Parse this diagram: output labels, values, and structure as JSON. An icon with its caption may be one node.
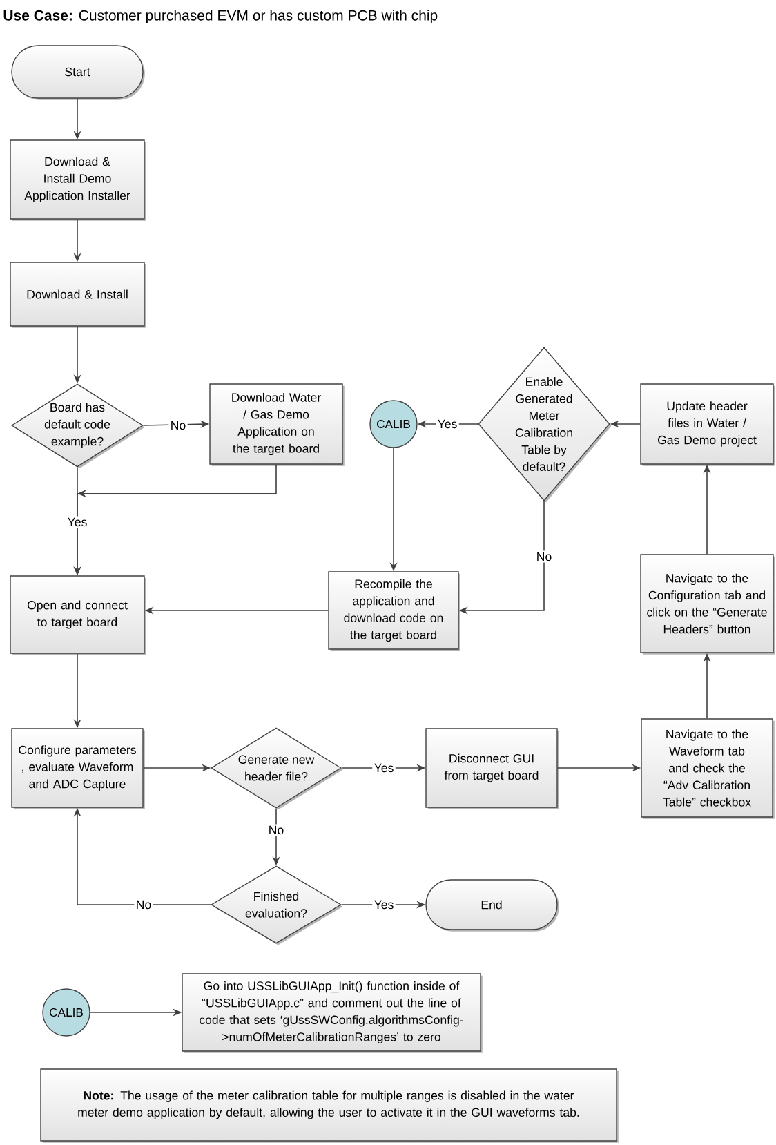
{
  "diagram": {
    "title": "**Use Case:** Customer purchased EVM or has custom PCB with chip",
    "nodes": [
      {
        "text": [
          "Start"
        ]
      },
      {
        "text": [
          "Download & Install Demo Application Installer"
        ]
      },
      {
        "text": [
          "Download & Install"
        ]
      },
      {
        "text": [
          "Board has default code example?"
        ]
      },
      {
        "text": [
          "Download Water / Gas Demo Application on the target board"
        ]
      },
      {
        "text": [
          "CALIB"
        ]
      },
      {
        "text": [
          "Enable Generated Meter Calibration Table by default?"
        ]
      },
      {
        "text": [
          "Update header files in Water / Gas Demo project"
        ]
      },
      {
        "text": [
          "Open and connect to target board"
        ]
      },
      {
        "text": [
          "Recompile the application and download code on the target board"
        ]
      },
      {
        "text": [
          "Navigate to the Configuration tab and click on the “Generate Headers” button"
        ]
      },
      {
        "text": [
          "Configure parameters , evaluate Waveform and ADC Capture"
        ]
      },
      {
        "text": [
          "Generate new header file?"
        ]
      },
      {
        "text": [
          "Disconnect GUI from target board"
        ]
      },
      {
        "text": [
          "Navigate to the Waveform tab and check the “Adv Calibration Table” checkbox"
        ]
      },
      {
        "text": [
          "Finished evaluation?"
        ]
      },
      {
        "text": [
          "End"
        ]
      },
      {
        "text": [
          "CALIB"
        ]
      },
      {
        "text": [
          "Go into USSLibGUIApp_Init() function inside of “USSLibGUIApp.c” and comment out the line of code that sets ‘gUssSWConfig.algorithmsConfig->numOfMeterCalibrationRanges’ to zero"
        ]
      },
      {
        "text": [
          "**Note:** The usage of the meter calibration table for multiple ranges is disabled in the water meter demo application by default, allowing the user to activate it in the GUI waveforms tab."
        ]
      }
    ],
    "edges": [
      {
        "from": 0,
        "to": 1,
        "arrow": "to"
      },
      {
        "from": 1,
        "to": 2,
        "arrow": "to"
      },
      {
        "from": 2,
        "to": 3,
        "arrow": "to"
      },
      {
        "from": 3,
        "to": 4,
        "arrow": "to",
        "label": "No"
      },
      {
        "from": 4,
        "to": 8,
        "arrow": "to"
      },
      {
        "from": 3,
        "to": 8,
        "arrow": "to",
        "label": "Yes"
      },
      {
        "from": 6,
        "to": 5,
        "arrow": "to",
        "label": "Yes"
      },
      {
        "from": 5,
        "to": 9,
        "arrow": "to"
      },
      {
        "from": 6,
        "to": 9,
        "arrow": "to",
        "label": "No"
      },
      {
        "from": 9,
        "to": 8,
        "arrow": "to"
      },
      {
        "from": 7,
        "to": 6,
        "arrow": "to"
      },
      {
        "from": 10,
        "to": 7,
        "arrow": "to"
      },
      {
        "from": 14,
        "to": 10,
        "arrow": "to"
      },
      {
        "from": 13,
        "to": 14,
        "arrow": "to"
      },
      {
        "from": 12,
        "to": 13,
        "arrow": "to",
        "label": "Yes"
      },
      {
        "from": 8,
        "to": 11,
        "arrow": "to"
      },
      {
        "from": 11,
        "to": 12,
        "arrow": "to"
      },
      {
        "from": 12,
        "to": 15,
        "arrow": "to",
        "label": "No"
      },
      {
        "from": 15,
        "to": 11,
        "arrow": "to",
        "label": "No"
      },
      {
        "from": 15,
        "to": 16,
        "arrow": "to",
        "label": "Yes"
      },
      {
        "from": 17,
        "to": 18,
        "arrow": "to"
      }
    ]
  }
}
